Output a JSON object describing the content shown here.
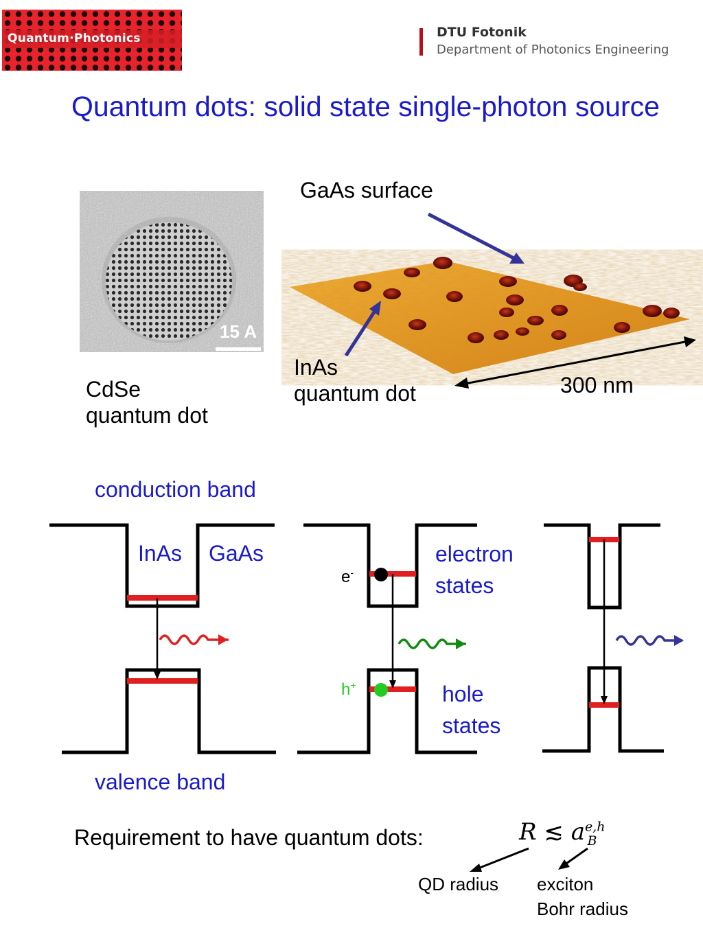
{
  "header": {
    "logo_text": "Quantum·Photonics",
    "org_name": "DTU Fotonik",
    "org_department": "Department of Photonics Engineering"
  },
  "title": "Quantum dots: solid state single-photon source",
  "images": {
    "tem_scale": "15 A",
    "cdse_label_line1": "CdSe",
    "cdse_label_line2": "quantum dot",
    "afm_surface_label": "GaAs surface",
    "afm_dot_label_line1": "InAs",
    "afm_dot_label_line2": "quantum dot",
    "afm_scale": "300 nm"
  },
  "band_diagram": {
    "conduction_band": "conduction band",
    "valence_band": "valence band",
    "material_inner": "InAs",
    "material_outer": "GaAs",
    "electron_symbol": "e",
    "electron_sup": "-",
    "hole_symbol": "h",
    "hole_sup": "+",
    "electron_states_line1": "electron",
    "electron_states_line2": "states",
    "hole_states_line1": "hole",
    "hole_states_line2": "states"
  },
  "requirement": {
    "text": "Requirement to have quantum dots:",
    "formula_lhs": "R",
    "formula_rel": "≲",
    "formula_base": "a",
    "formula_sup": "e,h",
    "formula_sub": "B",
    "qd_radius": "QD radius",
    "exciton_line1": "exciton",
    "exciton_line2": "Bohr radius"
  },
  "colors": {
    "title_blue": "#1a1acc",
    "level_red": "#e02020",
    "photon_red": "#e02020",
    "photon_green": "#108a10",
    "photon_blue": "#333399",
    "hole_green": "#22cc22",
    "arrow_navy": "#333399"
  }
}
